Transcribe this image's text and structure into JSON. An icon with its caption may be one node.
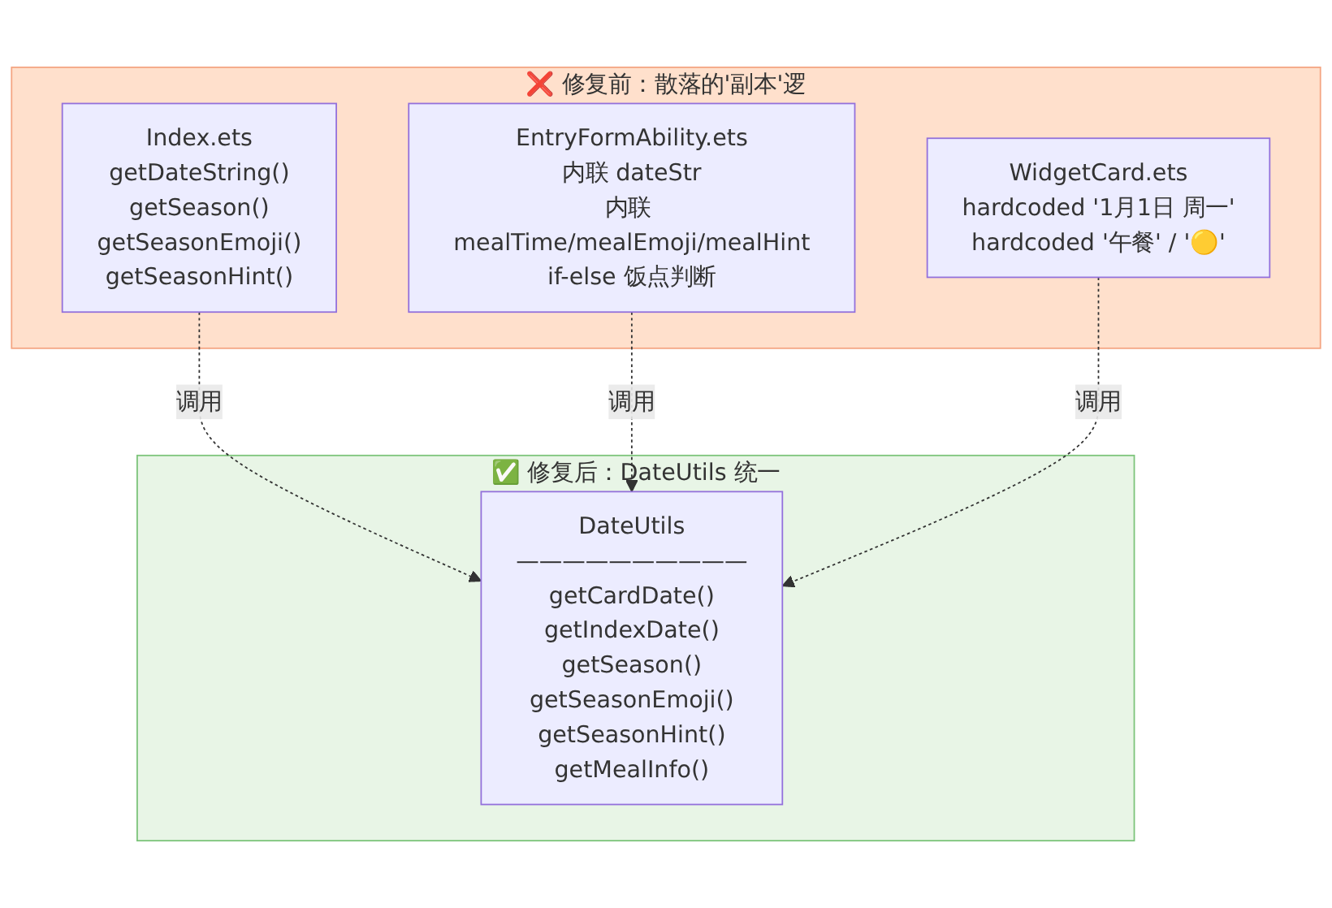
{
  "diagram": {
    "nodes": [
      {
        "text": [
          "❌ 修复前：散落的'副本'逻"
        ]
      },
      {
        "text": [
          "Index.ets",
          "getDateString()",
          "getSeason()",
          "getSeasonEmoji()",
          "getSeasonHint()"
        ],
        "in": 0
      },
      {
        "text": [
          "EntryFormAbility.ets",
          "内联 dateStr",
          "内联 mealTime/mealEmoji/mealHint",
          "if-else 饭点判断"
        ],
        "in": 0
      },
      {
        "text": [
          "WidgetCard.ets",
          "hardcoded '1月1日 周一'",
          "hardcoded '午餐' / '🟡'"
        ],
        "in": 0
      },
      {
        "text": [
          "✅ 修复后：DateUtils 统一"
        ]
      },
      {
        "text": [
          "DateUtils",
          "——————————",
          "getCardDate()",
          "getIndexDate()",
          "getSeason()",
          "getSeasonEmoji()",
          "getSeasonHint()",
          "getMealInfo()"
        ],
        "in": 4
      }
    ],
    "edges": [
      {
        "from": 1,
        "to": 5,
        "arrow": "to",
        "label": "调用",
        "style": "dashed"
      },
      {
        "from": 2,
        "to": 5,
        "arrow": "to",
        "label": "调用",
        "style": "dashed"
      },
      {
        "from": 3,
        "to": 5,
        "arrow": "to",
        "label": "调用",
        "style": "dashed"
      }
    ]
  }
}
